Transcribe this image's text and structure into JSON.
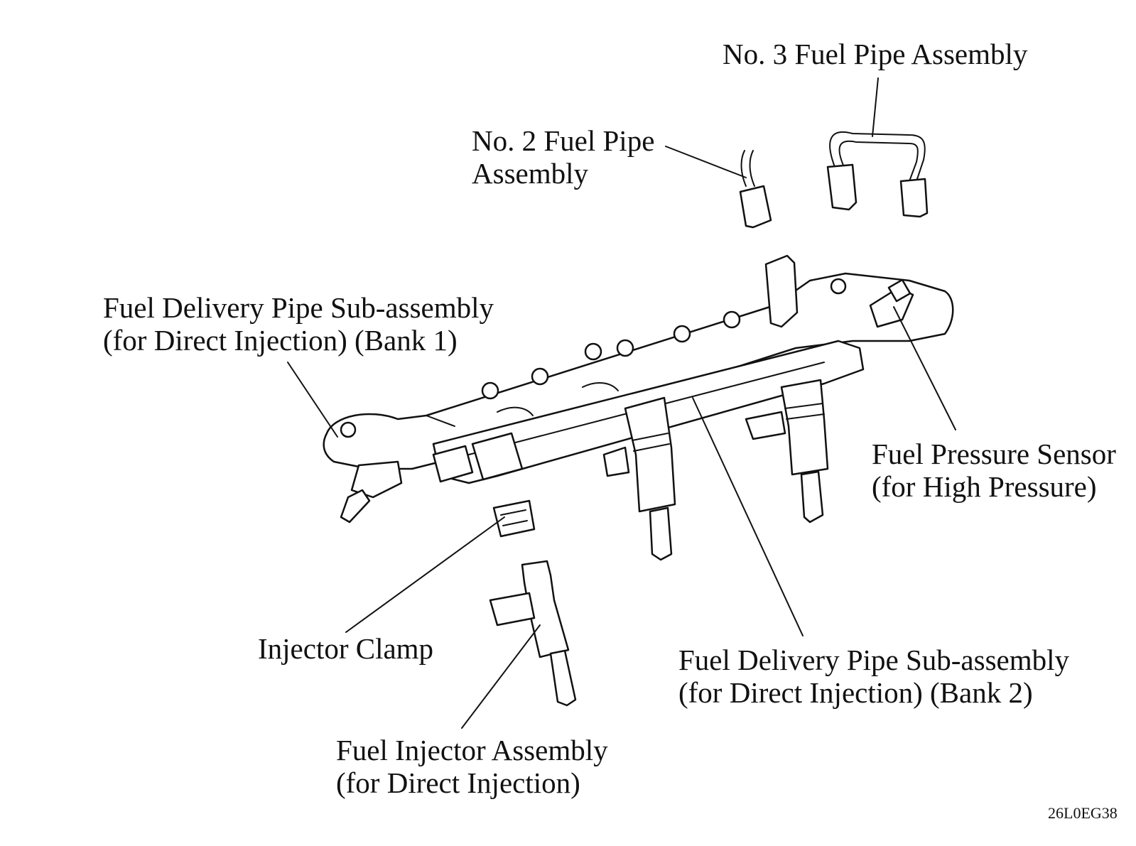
{
  "labels": {
    "no3_fuel_pipe": "No. 3 Fuel Pipe Assembly",
    "no2_fuel_pipe_line1": "No. 2 Fuel Pipe",
    "no2_fuel_pipe_line2": "Assembly",
    "bank1_line1": "Fuel Delivery Pipe Sub-assembly",
    "bank1_line2": "(for Direct Injection) (Bank 1)",
    "pressure_sensor_line1": "Fuel Pressure Sensor",
    "pressure_sensor_line2": "(for High Pressure)",
    "injector_clamp": "Injector Clamp",
    "bank2_line1": "Fuel Delivery Pipe Sub-assembly",
    "bank2_line2": "(for Direct Injection) (Bank 2)",
    "injector_line1": "Fuel Injector Assembly",
    "injector_line2": "(for Direct Injection)"
  },
  "figure_code": "26L0EG38"
}
